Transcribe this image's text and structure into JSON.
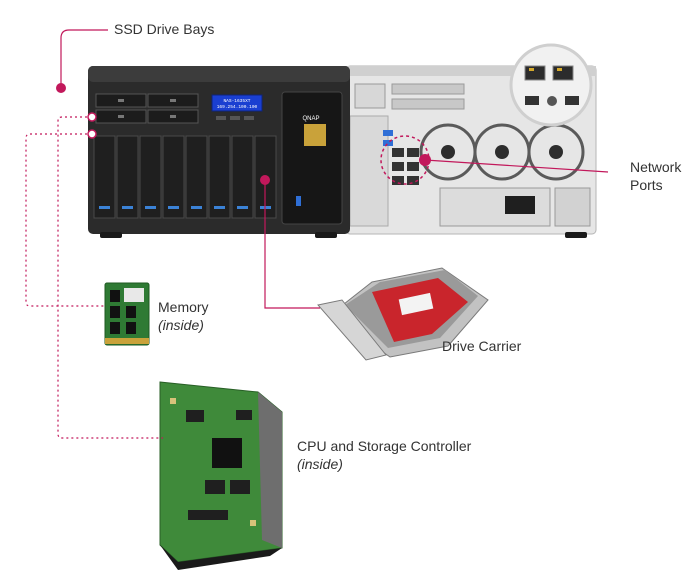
{
  "labels": {
    "ssd_drive_bays": "SSD Drive Bays",
    "network_ports_line1": "Network",
    "network_ports_line2": "Ports",
    "memory": "Memory",
    "memory_note": "(inside)",
    "drive_carrier": "Drive Carrier",
    "cpu_controller": "CPU and Storage Controller",
    "cpu_controller_note": "(inside)"
  },
  "device": {
    "brand": "QNAP",
    "lcd_line1": "NAS-1635XT",
    "lcd_line2": "169.254.100.100"
  },
  "colors": {
    "callout": "#c2185b",
    "chassis": "#2b2b2b",
    "lcd": "#1a3fd1",
    "rear_panel": "#e8e8e8",
    "pcb": "#3f8a3a"
  }
}
